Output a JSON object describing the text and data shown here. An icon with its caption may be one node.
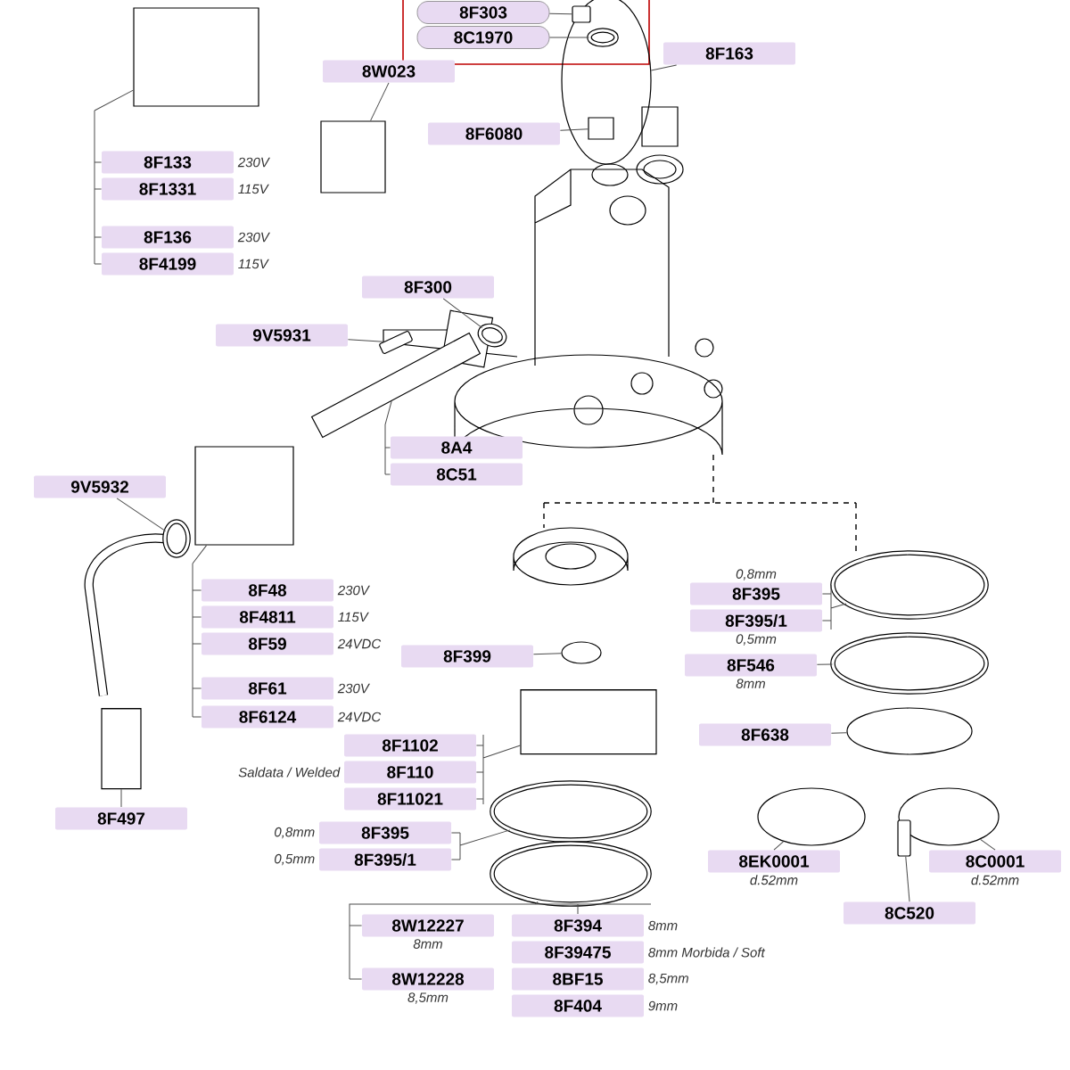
{
  "diagram": {
    "nodes": [
      {
        "text": [
          "8F303"
        ]
      },
      {
        "text": [
          "8C1970"
        ]
      },
      {
        "text": [
          "8F163"
        ]
      },
      {
        "text": [
          "8W023"
        ]
      },
      {
        "text": [
          "8F6080"
        ]
      },
      {
        "text": [
          "8F133"
        ],
        "beside": [
          "230V"
        ]
      },
      {
        "text": [
          "8F1331"
        ],
        "beside": [
          "115V"
        ]
      },
      {
        "text": [
          "8F136"
        ],
        "beside": [
          "230V"
        ]
      },
      {
        "text": [
          "8F4199"
        ],
        "beside": [
          "115V"
        ]
      },
      {
        "text": [
          "8F300"
        ]
      },
      {
        "text": [
          "9V5931"
        ]
      },
      {
        "text": [
          "8A4"
        ]
      },
      {
        "text": [
          "8C51"
        ]
      },
      {
        "text": [
          "9V5932"
        ]
      },
      {
        "text": [
          "8F48"
        ],
        "beside": [
          "230V"
        ]
      },
      {
        "text": [
          "8F4811"
        ],
        "beside": [
          "115V"
        ]
      },
      {
        "text": [
          "8F59"
        ],
        "beside": [
          "24VDC"
        ]
      },
      {
        "text": [
          "8F61"
        ],
        "beside": [
          "230V"
        ]
      },
      {
        "text": [
          "8F6124"
        ],
        "beside": [
          "24VDC"
        ]
      },
      {
        "text": [
          "8F1102"
        ]
      },
      {
        "text": [
          "8F110"
        ],
        "beside": [
          "Saldata / Welded"
        ]
      },
      {
        "text": [
          "8F11021"
        ]
      },
      {
        "text": [
          "8F395"
        ],
        "beside": [
          "0,8mm"
        ]
      },
      {
        "text": [
          "8F395/1"
        ],
        "beside": [
          "0,5mm"
        ]
      },
      {
        "text": [
          "8W12227"
        ],
        "beside": [
          "8mm"
        ]
      },
      {
        "text": [
          "8W12228"
        ],
        "beside": [
          "8,5mm"
        ]
      },
      {
        "text": [
          "8F394"
        ],
        "beside": [
          "8mm"
        ]
      },
      {
        "text": [
          "8F39475"
        ],
        "beside": [
          "8mm Morbida / Soft"
        ]
      },
      {
        "text": [
          "8BF15"
        ],
        "beside": [
          "8,5mm"
        ]
      },
      {
        "text": [
          "8F404"
        ],
        "beside": [
          "9mm"
        ]
      },
      {
        "text": [
          "8F399"
        ]
      },
      {
        "text": [
          "8F395"
        ],
        "beside": [
          "0,8mm"
        ]
      },
      {
        "text": [
          "8F395/1"
        ],
        "beside": [
          "0,5mm"
        ]
      },
      {
        "text": [
          "8F546"
        ],
        "beside": [
          "8mm"
        ]
      },
      {
        "text": [
          "8F638"
        ]
      },
      {
        "text": [
          "8EK0001"
        ],
        "beside": [
          "d.52mm"
        ]
      },
      {
        "text": [
          "8C0001"
        ],
        "beside": [
          "d.52mm"
        ]
      },
      {
        "text": [
          "8C520"
        ]
      },
      {
        "text": [
          "8F497"
        ]
      },
      {
        "text": [],
        "shape": "box"
      },
      {
        "text": [],
        "shape": "oval"
      },
      {
        "text": [],
        "shape": "screw",
        "in": 40
      },
      {
        "text": [],
        "shape": "ring",
        "in": 40
      },
      {
        "text": [],
        "shape": "box",
        "in": 40
      },
      {
        "text": [],
        "shape": "box"
      },
      {
        "text": [],
        "shape": "ring"
      },
      {
        "text": [],
        "shape": "screw"
      },
      {
        "text": [],
        "shape": "bar"
      },
      {
        "text": [],
        "shape": "box"
      },
      {
        "text": [],
        "shape": "ring"
      },
      {
        "text": [],
        "shape": "cylinder"
      },
      {
        "text": [],
        "shape": "disc"
      },
      {
        "text": [],
        "shape": "cylinder"
      },
      {
        "text": [],
        "shape": "ring"
      },
      {
        "text": [],
        "shape": "ring"
      },
      {
        "text": [],
        "shape": "ring"
      },
      {
        "text": [],
        "shape": "ring"
      },
      {
        "text": [],
        "shape": "disc"
      },
      {
        "text": [],
        "shape": "disc"
      },
      {
        "text": [],
        "shape": "disc"
      },
      {
        "text": [],
        "shape": "screw"
      }
    ],
    "edges": [
      {
        "from": 0,
        "to": 41,
        "arrow": "none"
      },
      {
        "from": 1,
        "to": 42,
        "arrow": "none"
      },
      {
        "from": 2,
        "to": 40,
        "arrow": "none"
      },
      {
        "from": 3,
        "to": 44,
        "arrow": "none"
      },
      {
        "from": 4,
        "to": 43,
        "arrow": "none"
      },
      {
        "from": 5,
        "to": 39,
        "arrow": "none"
      },
      {
        "from": 6,
        "to": 39,
        "arrow": "none"
      },
      {
        "from": 7,
        "to": 39,
        "arrow": "none"
      },
      {
        "from": 8,
        "to": 39,
        "arrow": "none"
      },
      {
        "from": 9,
        "to": 45,
        "arrow": "none"
      },
      {
        "from": 10,
        "to": 46,
        "arrow": "none"
      },
      {
        "from": 11,
        "to": 47,
        "arrow": "none"
      },
      {
        "from": 12,
        "to": 47,
        "arrow": "none"
      },
      {
        "from": 13,
        "to": 49,
        "arrow": "none"
      },
      {
        "from": 14,
        "to": 48,
        "arrow": "none"
      },
      {
        "from": 15,
        "to": 48,
        "arrow": "none"
      },
      {
        "from": 16,
        "to": 48,
        "arrow": "none"
      },
      {
        "from": 17,
        "to": 48,
        "arrow": "none"
      },
      {
        "from": 18,
        "to": 48,
        "arrow": "none"
      },
      {
        "from": 19,
        "to": 52,
        "arrow": "none"
      },
      {
        "from": 20,
        "to": 52,
        "arrow": "none"
      },
      {
        "from": 21,
        "to": 52,
        "arrow": "none"
      },
      {
        "from": 22,
        "to": 53,
        "arrow": "none"
      },
      {
        "from": 23,
        "to": 53,
        "arrow": "none"
      },
      {
        "from": 24,
        "to": 54,
        "arrow": "none"
      },
      {
        "from": 25,
        "to": 54,
        "arrow": "none"
      },
      {
        "from": 26,
        "to": 54,
        "arrow": "none"
      },
      {
        "from": 30,
        "to": 51,
        "arrow": "none"
      },
      {
        "from": 31,
        "to": 55,
        "arrow": "none"
      },
      {
        "from": 32,
        "to": 55,
        "arrow": "none"
      },
      {
        "from": 33,
        "to": 56,
        "arrow": "none"
      },
      {
        "from": 34,
        "to": 57,
        "arrow": "none"
      },
      {
        "from": 35,
        "to": 58,
        "arrow": "none"
      },
      {
        "from": 36,
        "to": 59,
        "arrow": "none"
      },
      {
        "from": 37,
        "to": 60,
        "arrow": "none"
      },
      {
        "from": 38,
        "to": 50,
        "arrow": "none"
      }
    ]
  }
}
